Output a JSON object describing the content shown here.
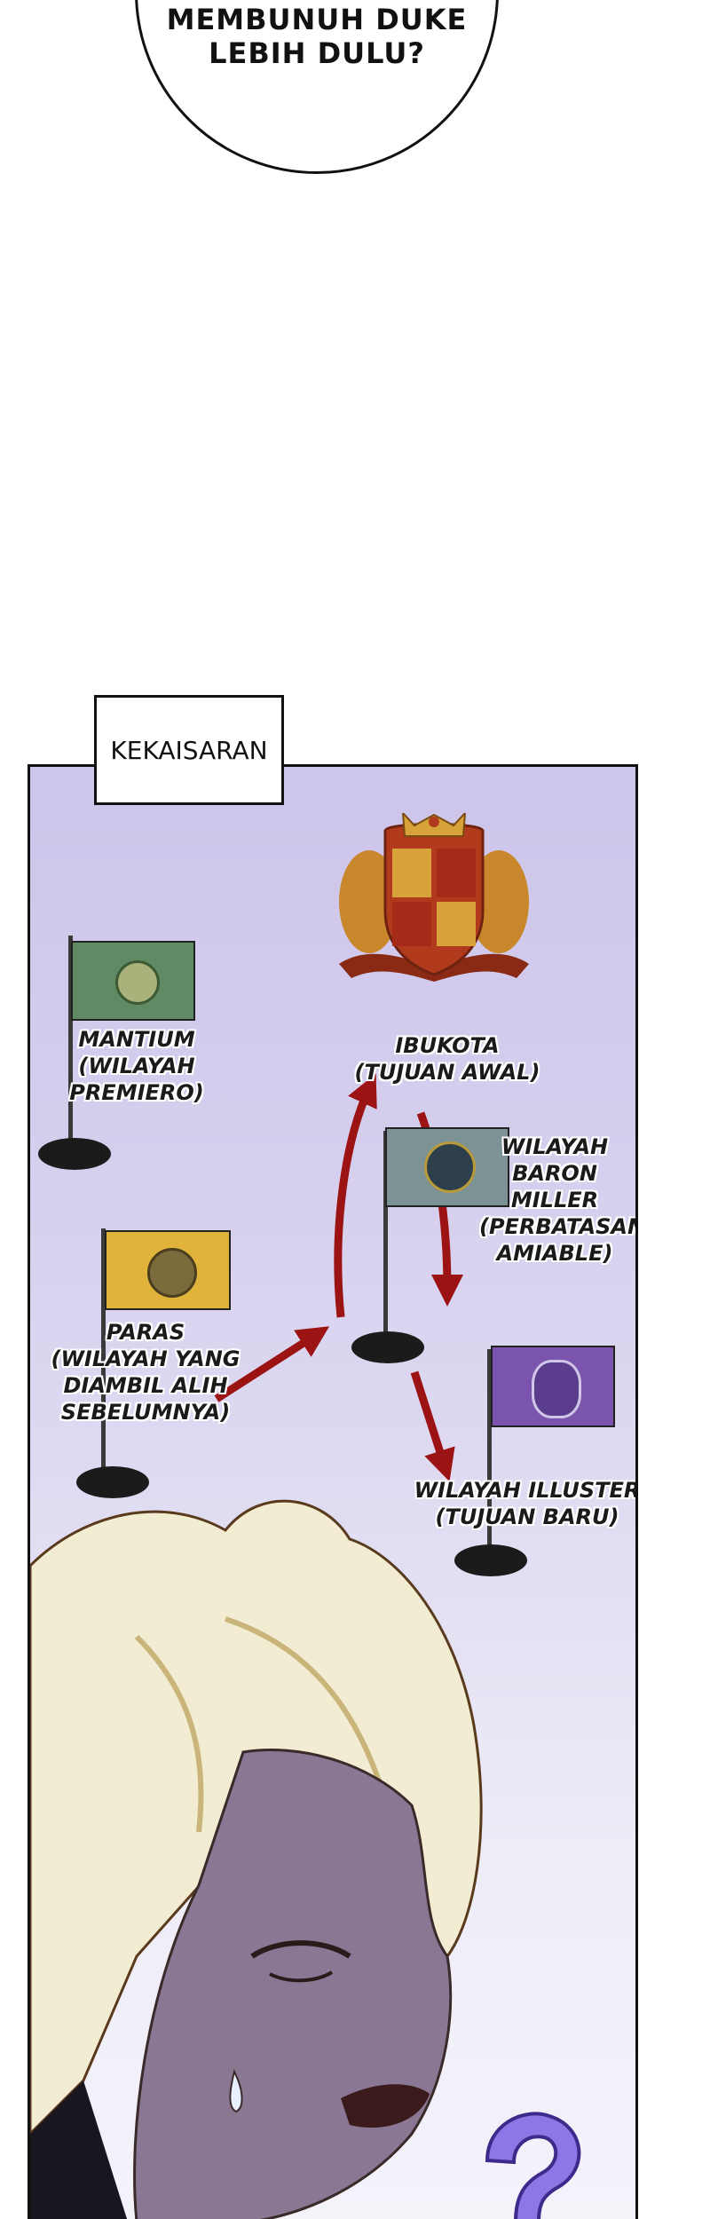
{
  "speech_bubble": {
    "line1": "MEMBUNUH DUKE",
    "line2": "LEBIH DULU?"
  },
  "caption": {
    "text": "KEKAISARAN"
  },
  "map": {
    "capital_label": "IBUKOTA\n(TUJUAN AWAL)",
    "mantium_label": "MANTIUM\n(WILAYAH\nPREMIERO)",
    "baron_label": "WILAYAH\nBARON MILLER\n(PERBATASAN\nAMIABLE)",
    "paras_label": "PARAS\n(WILAYAH YANG\nDIAMBIL ALIH\nSEBELUMNYA)",
    "illuster_label": "WILAYAH ILLUSTER\n(TUJUAN BARU)"
  },
  "colors": {
    "mantium_flag": "#5f8a63",
    "baron_flag": "#7d9294",
    "paras_flag": "#e0b43a",
    "illuster_flag": "#7b55ad",
    "arrow": "#9c1313",
    "question_mark": "#8e76e6"
  },
  "icons": {
    "crest": "imperial-crest-icon",
    "question": "question-mark-icon"
  }
}
